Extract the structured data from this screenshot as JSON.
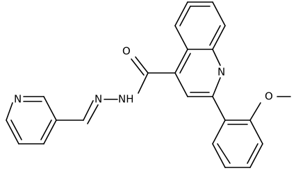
{
  "structure": {
    "atom_labels": {
      "carbonyl_oxygen": "O",
      "quinoline_nitrogen": "N",
      "methoxy_oxygen": "O",
      "amide_nh": "NH",
      "hydrazone_nitrogen": "N",
      "pyridine_nitrogen": "N"
    }
  }
}
